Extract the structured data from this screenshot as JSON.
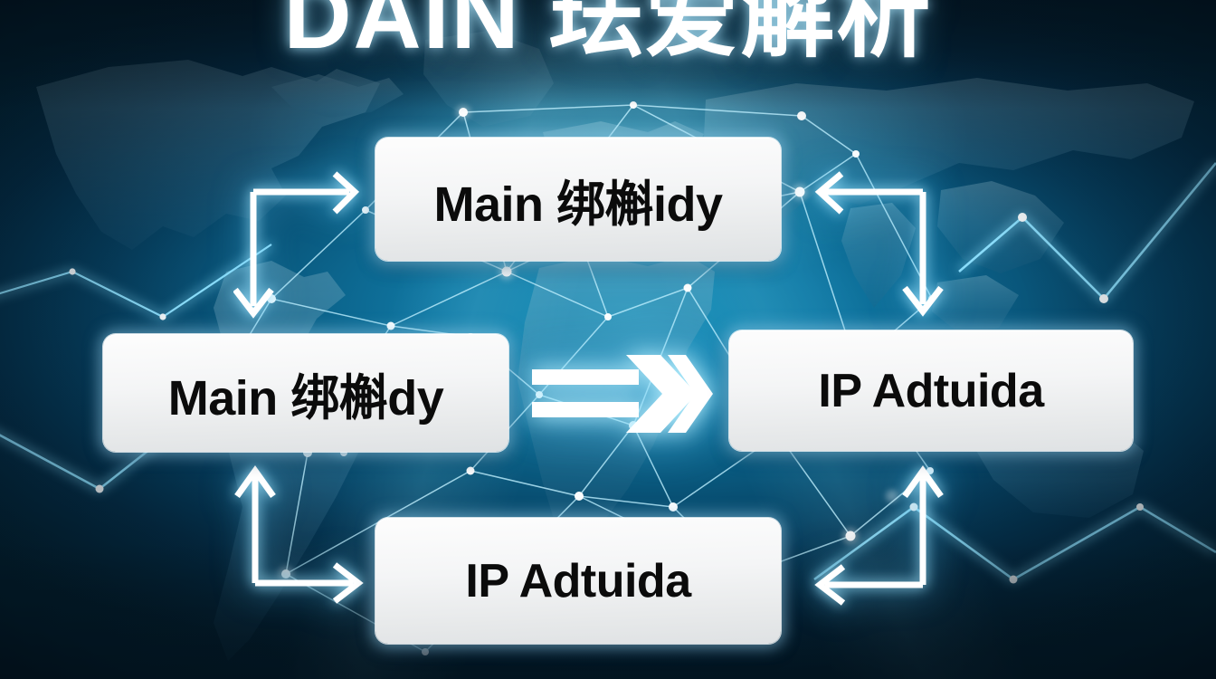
{
  "header": {
    "title": "DAIN 珐爱解析"
  },
  "diagram": {
    "nodes": [
      {
        "id": "top",
        "label": "Main 绑槲idy",
        "position": "top"
      },
      {
        "id": "left",
        "label": "Main 绑槲dy",
        "position": "left"
      },
      {
        "id": "right",
        "label": "IP Adtuida",
        "position": "right"
      },
      {
        "id": "bottom",
        "label": "IP Adtuida",
        "position": "bottom"
      }
    ],
    "center_arrow": {
      "name": "double-chevron-right-arrow",
      "direction": "right"
    },
    "connectors": [
      {
        "id": "top-left",
        "heads": [
          "right",
          "down"
        ]
      },
      {
        "id": "top-right",
        "heads": [
          "left",
          "down"
        ]
      },
      {
        "id": "bottom-left",
        "heads": [
          "up",
          "right"
        ]
      },
      {
        "id": "bottom-right",
        "heads": [
          "up",
          "left"
        ]
      }
    ]
  },
  "colors": {
    "background_deep": "#042b44",
    "background_mid": "#1079a5",
    "background_light": "#1a93bd",
    "glow": "#8fe2ff",
    "node_face": "#f4f5f6",
    "node_text": "#0b0b0b",
    "title_text": "#ffffff"
  }
}
